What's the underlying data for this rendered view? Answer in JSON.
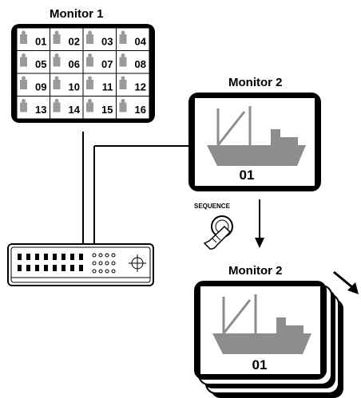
{
  "monitor1": {
    "title": "Monitor 1",
    "cells": [
      "01",
      "02",
      "03",
      "04",
      "05",
      "06",
      "07",
      "08",
      "09",
      "10",
      "11",
      "12",
      "13",
      "14",
      "15",
      "16"
    ]
  },
  "monitor2": {
    "title": "Monitor 2",
    "channel": "01"
  },
  "sequence_button": {
    "label": "SEQUENCE"
  },
  "monitor2_sequence": {
    "title": "Monitor 2",
    "channel": "01"
  }
}
